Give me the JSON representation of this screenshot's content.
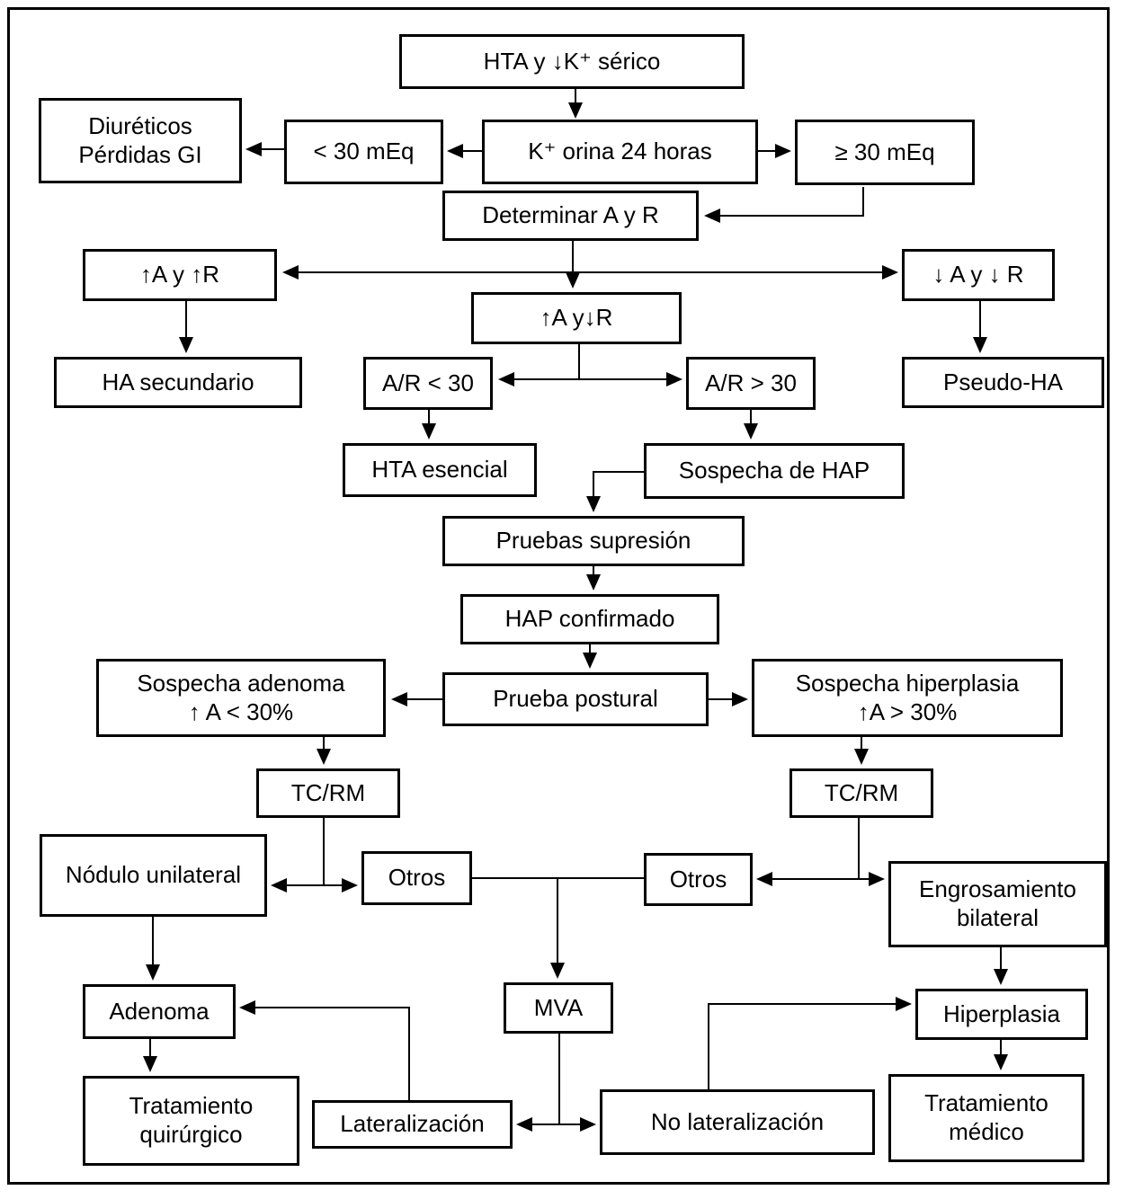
{
  "diagram": {
    "kind": "flowchart",
    "language": "es",
    "colors": {
      "line": "#000000",
      "background": "#ffffff",
      "text": "#000000"
    }
  },
  "nodes": {
    "hta_k_serico": {
      "label": "HTA y ↓K⁺ sérico"
    },
    "diureticos": {
      "label": "Diuréticos\nPérdidas GI"
    },
    "menor_30_meq": {
      "label": "< 30 mEq"
    },
    "k_orina_24h": {
      "label": "K⁺ orina 24 horas"
    },
    "mayor_igual_30_meq": {
      "label": "≥ 30 mEq"
    },
    "determinar_a_y_r": {
      "label": "Determinar A y R"
    },
    "up_a_up_r": {
      "label": "↑A y ↑R"
    },
    "up_a_down_r": {
      "label": "↑A y↓R"
    },
    "down_a_down_r": {
      "label": "↓ A y ↓ R"
    },
    "ha_secundario": {
      "label": "HA secundario"
    },
    "ar_menor_30": {
      "label": "A/R < 30"
    },
    "ar_mayor_30": {
      "label": "A/R > 30"
    },
    "pseudo_ha": {
      "label": "Pseudo-HA"
    },
    "hta_esencial": {
      "label": "HTA esencial"
    },
    "sospecha_de_hap": {
      "label": "Sospecha de HAP"
    },
    "pruebas_supresion": {
      "label": "Pruebas supresión"
    },
    "hap_confirmado": {
      "label": "HAP confirmado"
    },
    "prueba_postural": {
      "label": "Prueba postural"
    },
    "sospecha_adenoma": {
      "label": "Sospecha adenoma\n↑ A < 30%"
    },
    "sospecha_hiperplasia": {
      "label": "Sospecha hiperplasia\n↑A > 30%"
    },
    "tc_rm_izq": {
      "label": "TC/RM"
    },
    "tc_rm_der": {
      "label": "TC/RM"
    },
    "nodulo_unilateral": {
      "label": "Nódulo unilateral"
    },
    "otros_izq": {
      "label": "Otros"
    },
    "otros_der": {
      "label": "Otros"
    },
    "engrosamiento_bilateral": {
      "label": "Engrosamiento\nbilateral"
    },
    "adenoma": {
      "label": "Adenoma"
    },
    "mva": {
      "label": "MVA"
    },
    "hiperplasia": {
      "label": "Hiperplasia"
    },
    "tratamiento_quirurgico": {
      "label": "Tratamiento\nquirúrgico"
    },
    "lateralizacion": {
      "label": "Lateralización"
    },
    "no_lateralizacion": {
      "label": "No lateralización"
    },
    "tratamiento_medico": {
      "label": "Tratamiento\nmédico"
    }
  },
  "edges": [
    {
      "from": "hta_k_serico",
      "to": "k_orina_24h"
    },
    {
      "from": "k_orina_24h",
      "to": "menor_30_meq"
    },
    {
      "from": "menor_30_meq",
      "to": "diureticos"
    },
    {
      "from": "k_orina_24h",
      "to": "mayor_igual_30_meq"
    },
    {
      "from": "mayor_igual_30_meq",
      "to": "determinar_a_y_r"
    },
    {
      "from": "determinar_a_y_r",
      "to": "up_a_up_r"
    },
    {
      "from": "determinar_a_y_r",
      "to": "up_a_down_r"
    },
    {
      "from": "determinar_a_y_r",
      "to": "down_a_down_r"
    },
    {
      "from": "up_a_up_r",
      "to": "ha_secundario"
    },
    {
      "from": "down_a_down_r",
      "to": "pseudo_ha"
    },
    {
      "from": "up_a_down_r",
      "to": "ar_menor_30"
    },
    {
      "from": "up_a_down_r",
      "to": "ar_mayor_30"
    },
    {
      "from": "ar_menor_30",
      "to": "hta_esencial"
    },
    {
      "from": "ar_mayor_30",
      "to": "sospecha_de_hap"
    },
    {
      "from": "sospecha_de_hap",
      "to": "pruebas_supresion"
    },
    {
      "from": "pruebas_supresion",
      "to": "hap_confirmado"
    },
    {
      "from": "hap_confirmado",
      "to": "prueba_postural"
    },
    {
      "from": "prueba_postural",
      "to": "sospecha_adenoma"
    },
    {
      "from": "prueba_postural",
      "to": "sospecha_hiperplasia"
    },
    {
      "from": "sospecha_adenoma",
      "to": "tc_rm_izq"
    },
    {
      "from": "sospecha_hiperplasia",
      "to": "tc_rm_der"
    },
    {
      "from": "tc_rm_izq",
      "to": "nodulo_unilateral"
    },
    {
      "from": "tc_rm_izq",
      "to": "otros_izq"
    },
    {
      "from": "tc_rm_der",
      "to": "otros_der"
    },
    {
      "from": "tc_rm_der",
      "to": "engrosamiento_bilateral"
    },
    {
      "from": "otros_izq",
      "to": "mva"
    },
    {
      "from": "otros_der",
      "to": "mva"
    },
    {
      "from": "nodulo_unilateral",
      "to": "adenoma"
    },
    {
      "from": "engrosamiento_bilateral",
      "to": "hiperplasia"
    },
    {
      "from": "adenoma",
      "to": "tratamiento_quirurgico"
    },
    {
      "from": "hiperplasia",
      "to": "tratamiento_medico"
    },
    {
      "from": "mva",
      "to": "lateralizacion"
    },
    {
      "from": "mva",
      "to": "no_lateralizacion"
    },
    {
      "from": "lateralizacion",
      "to": "adenoma"
    },
    {
      "from": "no_lateralizacion",
      "to": "hiperplasia"
    }
  ]
}
